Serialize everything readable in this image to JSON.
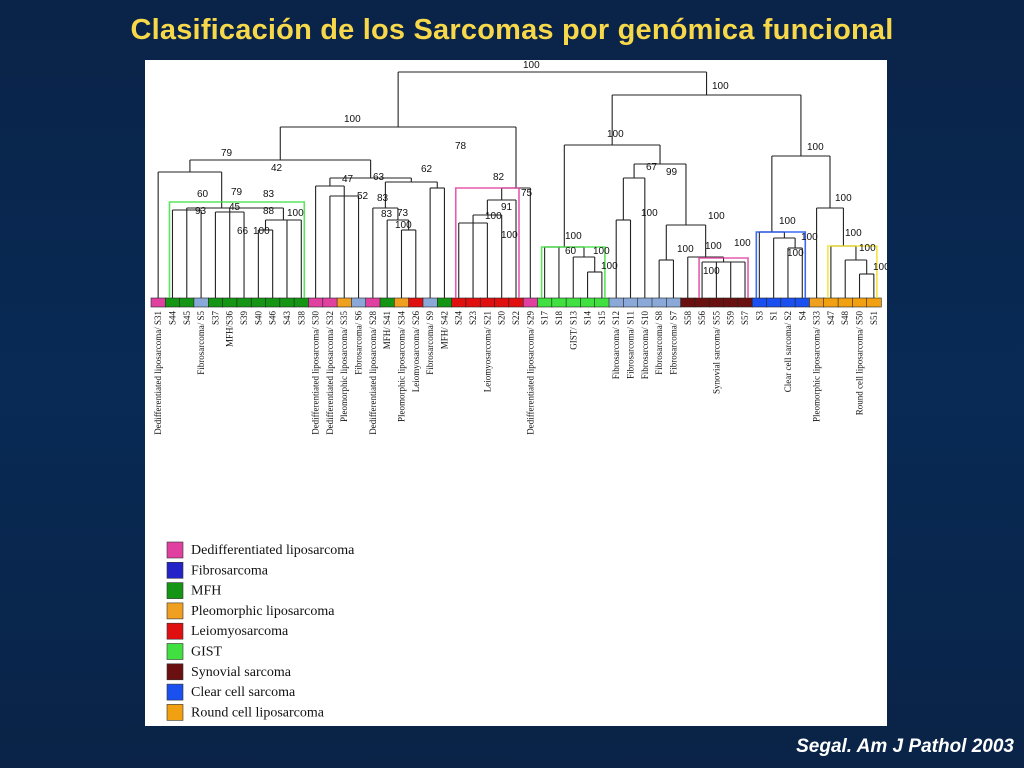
{
  "title": "Clasificación de los Sarcomas por genómica funcional",
  "citation": "Segal. Am J Pathol 2003",
  "colors": {
    "Dedifferentiated liposarcoma": "#e040a0",
    "Fibrosarcoma": "#2323c8",
    "MFH": "#149614",
    "Pleomorphic liposarcoma": "#f0a020",
    "Leiomyosarcoma": "#e01010",
    "GIST": "#40e040",
    "Synovial sarcoma": "#6a1010",
    "Clear cell sarcoma": "#1a50f0",
    "Round cell liposarcoma": "#f0a010",
    "unclassified": "#8aa8d8"
  },
  "legend": [
    {
      "label": "Dedifferentiated liposarcoma",
      "color": "#e040a0"
    },
    {
      "label": "Fibrosarcoma",
      "color": "#2323c8"
    },
    {
      "label": "MFH",
      "color": "#149614"
    },
    {
      "label": "Pleomorphic liposarcoma",
      "color": "#f0a020"
    },
    {
      "label": "Leiomyosarcoma",
      "color": "#e01010"
    },
    {
      "label": "GIST",
      "color": "#40e040"
    },
    {
      "label": "Synovial sarcoma",
      "color": "#6a1010"
    },
    {
      "label": "Clear cell sarcoma",
      "color": "#1a50f0"
    },
    {
      "label": "Round cell liposarcoma",
      "color": "#f0a010"
    }
  ],
  "samples": [
    {
      "label": "Dedifferentiated liposarcoma/ S31",
      "color": "#e040a0"
    },
    {
      "label": "S44",
      "color": "#149614"
    },
    {
      "label": "S45",
      "color": "#149614"
    },
    {
      "label": "Fibrosarcoma/ S5",
      "color": "#8aa8d8"
    },
    {
      "label": "S37",
      "color": "#149614"
    },
    {
      "label": "MFH/S36",
      "color": "#149614"
    },
    {
      "label": "S39",
      "color": "#149614"
    },
    {
      "label": "S40",
      "color": "#149614"
    },
    {
      "label": "S46",
      "color": "#149614"
    },
    {
      "label": "S43",
      "color": "#149614"
    },
    {
      "label": "S38",
      "color": "#149614"
    },
    {
      "label": "Dedifferentiated liposarcoma/ S30",
      "color": "#e040a0"
    },
    {
      "label": "Dedifferentiated liposarcoma/ S32",
      "color": "#e040a0"
    },
    {
      "label": "Pleomorphic liposarcoma/ S35",
      "color": "#f0a020"
    },
    {
      "label": "Fibrosarcoma/ S6",
      "color": "#8aa8d8"
    },
    {
      "label": "Dedifferentiated liposarcoma/ S28",
      "color": "#e040a0"
    },
    {
      "label": "MFH/ S41",
      "color": "#149614"
    },
    {
      "label": "Pleomorphic liposarcoma/ S34",
      "color": "#f0a020"
    },
    {
      "label": "Leiomyosarcoma/ S26",
      "color": "#e01010"
    },
    {
      "label": "Fibrosarcoma/ S9",
      "color": "#8aa8d8"
    },
    {
      "label": "MFH/ S42",
      "color": "#149614"
    },
    {
      "label": "S24",
      "color": "#e01010"
    },
    {
      "label": "S23",
      "color": "#e01010"
    },
    {
      "label": "Leiomyosarcoma/ S21",
      "color": "#e01010"
    },
    {
      "label": "S20",
      "color": "#e01010"
    },
    {
      "label": "S22",
      "color": "#e01010"
    },
    {
      "label": "Dedifferentiated liposarcoma/ S29",
      "color": "#e040a0"
    },
    {
      "label": "S17",
      "color": "#40e040"
    },
    {
      "label": "S18",
      "color": "#40e040"
    },
    {
      "label": "GIST/ S13",
      "color": "#40e040"
    },
    {
      "label": "S14",
      "color": "#40e040"
    },
    {
      "label": "S15",
      "color": "#40e040"
    },
    {
      "label": "Fibrosarcoma/ S12",
      "color": "#8aa8d8"
    },
    {
      "label": "Fibrosarcoma/ S11",
      "color": "#8aa8d8"
    },
    {
      "label": "Fibrosarcoma/ S10",
      "color": "#8aa8d8"
    },
    {
      "label": "Fibrosarcoma/ S8",
      "color": "#8aa8d8"
    },
    {
      "label": "Fibrosarcoma/ S7",
      "color": "#8aa8d8"
    },
    {
      "label": "S58",
      "color": "#6a1010"
    },
    {
      "label": "S56",
      "color": "#6a1010"
    },
    {
      "label": "Synovial sarcoma/ S55",
      "color": "#6a1010"
    },
    {
      "label": "S59",
      "color": "#6a1010"
    },
    {
      "label": "S57",
      "color": "#6a1010"
    },
    {
      "label": "S3",
      "color": "#1a50f0"
    },
    {
      "label": "S1",
      "color": "#1a50f0"
    },
    {
      "label": "Clear cell sarcoma/ S2",
      "color": "#1a50f0"
    },
    {
      "label": "S4",
      "color": "#1a50f0"
    },
    {
      "label": "Pleomorphic liposarcoma/ S33",
      "color": "#f0a020"
    },
    {
      "label": "S47",
      "color": "#f0a010"
    },
    {
      "label": "S48",
      "color": "#f0a010"
    },
    {
      "label": "Round cell liposarcoma/ S50",
      "color": "#f0a010"
    },
    {
      "label": "S51",
      "color": "#f0a010"
    }
  ],
  "node_labels": [
    {
      "text": "100",
      "group": "root"
    },
    {
      "text": "100",
      "group": "right"
    },
    {
      "text": "100",
      "group": "left"
    },
    {
      "text": "79",
      "group": "MFH"
    },
    {
      "text": "42",
      "group": "mixed"
    },
    {
      "text": "78",
      "group": "mixed"
    },
    {
      "text": "47",
      "group": "mixed"
    },
    {
      "text": "63",
      "group": "mixed"
    },
    {
      "text": "62",
      "group": "mixed"
    },
    {
      "text": "82",
      "group": "Leiomyosarcoma"
    },
    {
      "text": "60",
      "group": "MFH"
    },
    {
      "text": "79",
      "group": "MFH"
    },
    {
      "text": "83",
      "group": "MFH"
    },
    {
      "text": "93",
      "group": "MFH"
    },
    {
      "text": "45",
      "group": "MFH"
    },
    {
      "text": "88",
      "group": "MFH"
    },
    {
      "text": "100",
      "group": "MFH"
    },
    {
      "text": "66",
      "group": "MFH"
    },
    {
      "text": "100",
      "group": "MFH"
    },
    {
      "text": "52",
      "group": "mixed"
    },
    {
      "text": "83",
      "group": "mixed"
    },
    {
      "text": "83",
      "group": "mixed"
    },
    {
      "text": "73",
      "group": "mixed"
    },
    {
      "text": "100",
      "group": "mixed"
    },
    {
      "text": "75",
      "group": "Leiomyosarcoma"
    },
    {
      "text": "91",
      "group": "Leiomyosarcoma"
    },
    {
      "text": "100",
      "group": "Leiomyosarcoma"
    },
    {
      "text": "100",
      "group": "Leiomyosarcoma"
    },
    {
      "text": "100",
      "group": "GIST"
    },
    {
      "text": "60",
      "group": "GIST"
    },
    {
      "text": "100",
      "group": "GIST"
    },
    {
      "text": "100",
      "group": "GIST"
    },
    {
      "text": "100",
      "group": "right"
    },
    {
      "text": "67",
      "group": "mixed"
    },
    {
      "text": "99",
      "group": "mixed"
    },
    {
      "text": "100",
      "group": "mixed"
    },
    {
      "text": "100",
      "group": "mixed"
    },
    {
      "text": "100",
      "group": "mixed"
    },
    {
      "text": "100",
      "group": "Synovial sarcoma"
    },
    {
      "text": "100",
      "group": "Synovial sarcoma"
    },
    {
      "text": "100",
      "group": "Synovial sarcoma"
    },
    {
      "text": "100",
      "group": "right"
    },
    {
      "text": "100",
      "group": "Clear cell sarcoma"
    },
    {
      "text": "100",
      "group": "Clear cell sarcoma"
    },
    {
      "text": "100",
      "group": "Clear cell sarcoma"
    },
    {
      "text": "100",
      "group": "Round cell liposarcoma"
    },
    {
      "text": "100",
      "group": "Round cell liposarcoma"
    },
    {
      "text": "100",
      "group": "Round cell liposarcoma"
    },
    {
      "text": "100",
      "group": "Round cell liposarcoma"
    }
  ]
}
